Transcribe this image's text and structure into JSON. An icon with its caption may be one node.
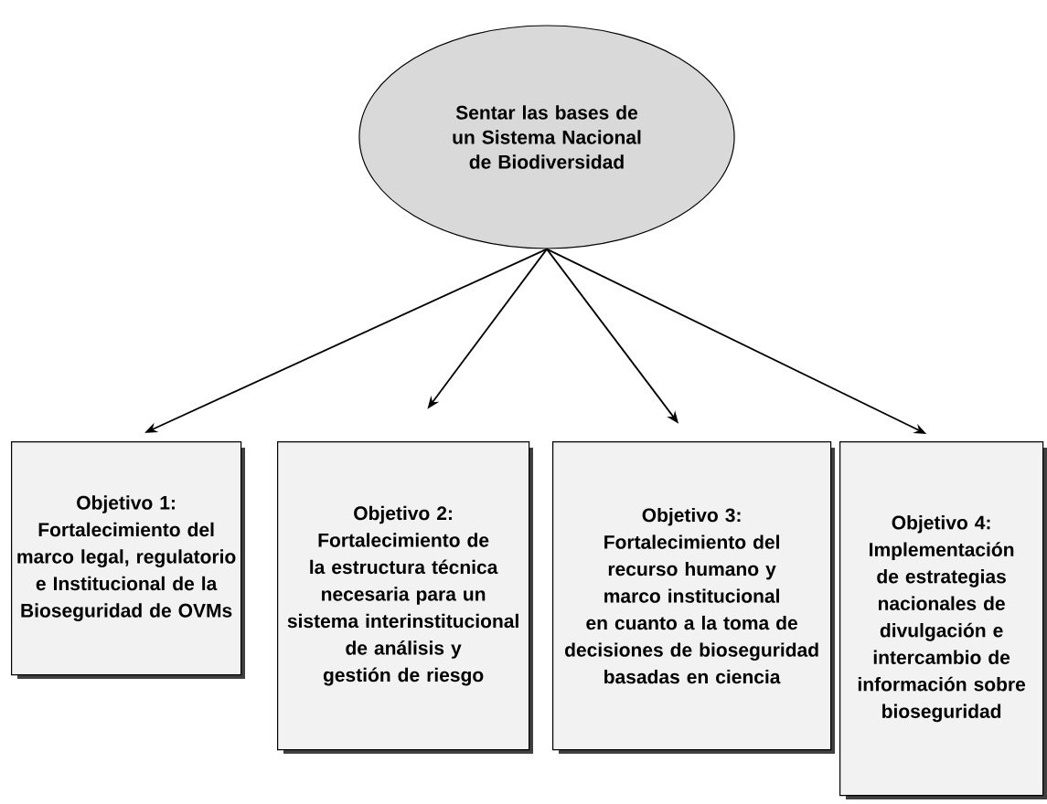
{
  "diagram": {
    "nodes": [
      {
        "text": [
          "Sentar las bases de un Sistema Nacional de Biodiversidad"
        ]
      },
      {
        "text": [
          "Objetivo 1:",
          "Fortalecimiento del marco legal, regulatorio e Institucional de la Bioseguridad de OVMs"
        ]
      },
      {
        "text": [
          "Objetivo 2:",
          "Fortalecimiento de la estructura técnica necesaria para un sistema interinstitucional de análisis y gestión de riesgo"
        ]
      },
      {
        "text": [
          "Objetivo 3:",
          "Fortalecimiento del recurso humano y marco institucional en cuanto a la toma de decisiones de bioseguridad basadas en ciencia"
        ]
      },
      {
        "text": [
          "Objetivo 4:",
          "Implementación de estrategias nacionales de divulgación e intercambio de información sobre bioseguridad"
        ]
      }
    ],
    "edges": [
      {
        "from": 0,
        "to": 1,
        "arrow": "to"
      },
      {
        "from": 0,
        "to": 2,
        "arrow": "to"
      },
      {
        "from": 0,
        "to": 3,
        "arrow": "to"
      },
      {
        "from": 0,
        "to": 4,
        "arrow": "to"
      }
    ]
  }
}
